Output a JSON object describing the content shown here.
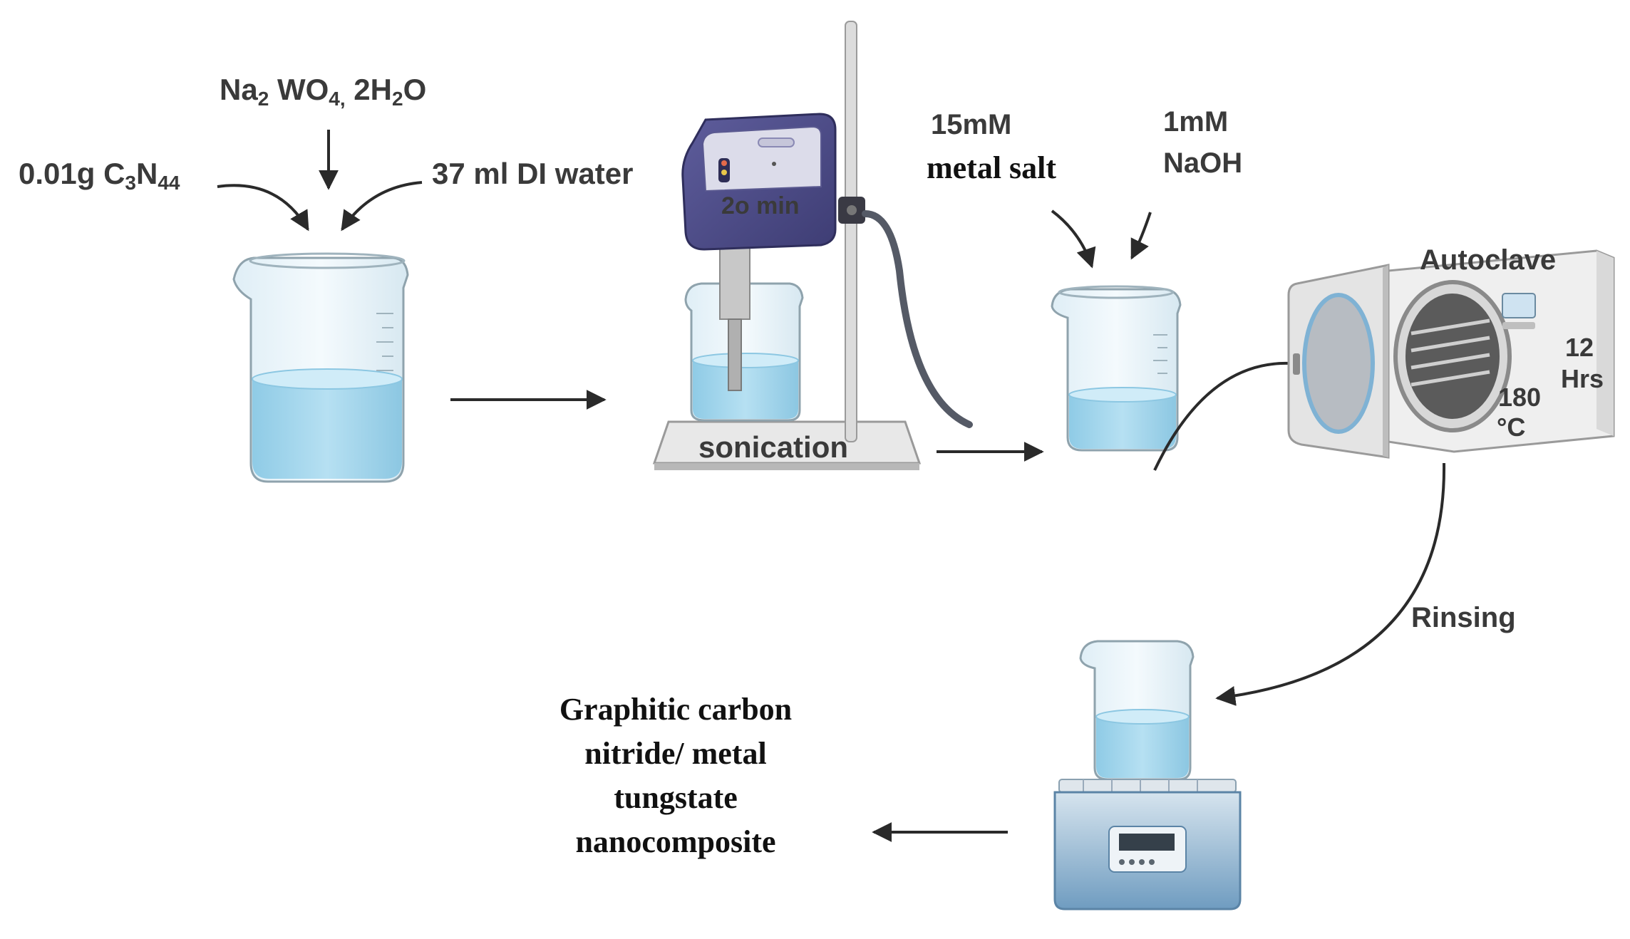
{
  "reagents": {
    "na_tungstate": {
      "prefix": "Na",
      "sub1": "2",
      "mid": " WO",
      "sub2": "4,",
      "tail": " 2H",
      "sub3": "2",
      "end": "O"
    },
    "carbon_nitride": {
      "prefix": "0.01g C",
      "sub1": "3",
      "mid": "N",
      "sub2": "44"
    },
    "water": "37 ml DI water"
  },
  "sonicator": {
    "timer": "2o min",
    "label": "sonication"
  },
  "additives": {
    "metal_salt_conc": "15mM",
    "metal_salt_name": "metal salt",
    "naoh_conc": "1mM",
    "naoh_name": "NaOH"
  },
  "autoclave": {
    "title": "Autoclave",
    "time_value": "12",
    "time_unit": "Hrs",
    "temp_value": "180",
    "temp_unit": "°C"
  },
  "rinsing": "Rinsing",
  "product": {
    "line1": "Graphitic carbon",
    "line2": "nitride/ metal",
    "line3": "tungstate",
    "line4": "nanocomposite"
  },
  "colors": {
    "liquid": "#a9d8ee",
    "liquid_top": "#cdeaf6",
    "glass": "#e9f3f8",
    "glass_edge": "#8fa3ad",
    "device_purple": "#4b4a86",
    "stirrer_blue": "#6f9cc0",
    "autoclave_gray": "#e4e4e4"
  }
}
